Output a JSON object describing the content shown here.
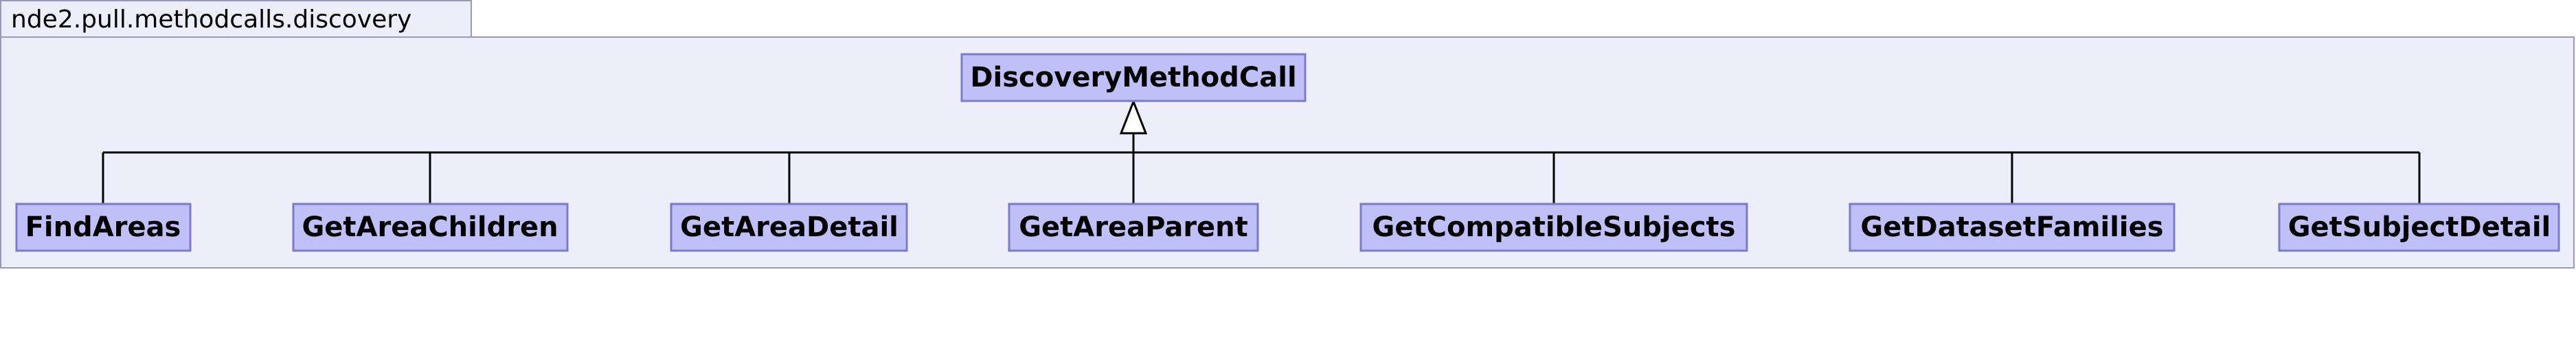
{
  "package": {
    "name": "nde2.pull.methodcalls.discovery"
  },
  "parent_class": {
    "name": "DiscoveryMethodCall"
  },
  "child_classes": [
    {
      "name": "FindAreas"
    },
    {
      "name": "GetAreaChildren"
    },
    {
      "name": "GetAreaDetail"
    },
    {
      "name": "GetAreaParent"
    },
    {
      "name": "GetCompatibleSubjects"
    },
    {
      "name": "GetDatasetFamilies"
    },
    {
      "name": "GetSubjectDetail"
    }
  ],
  "relationship": "inheritance"
}
